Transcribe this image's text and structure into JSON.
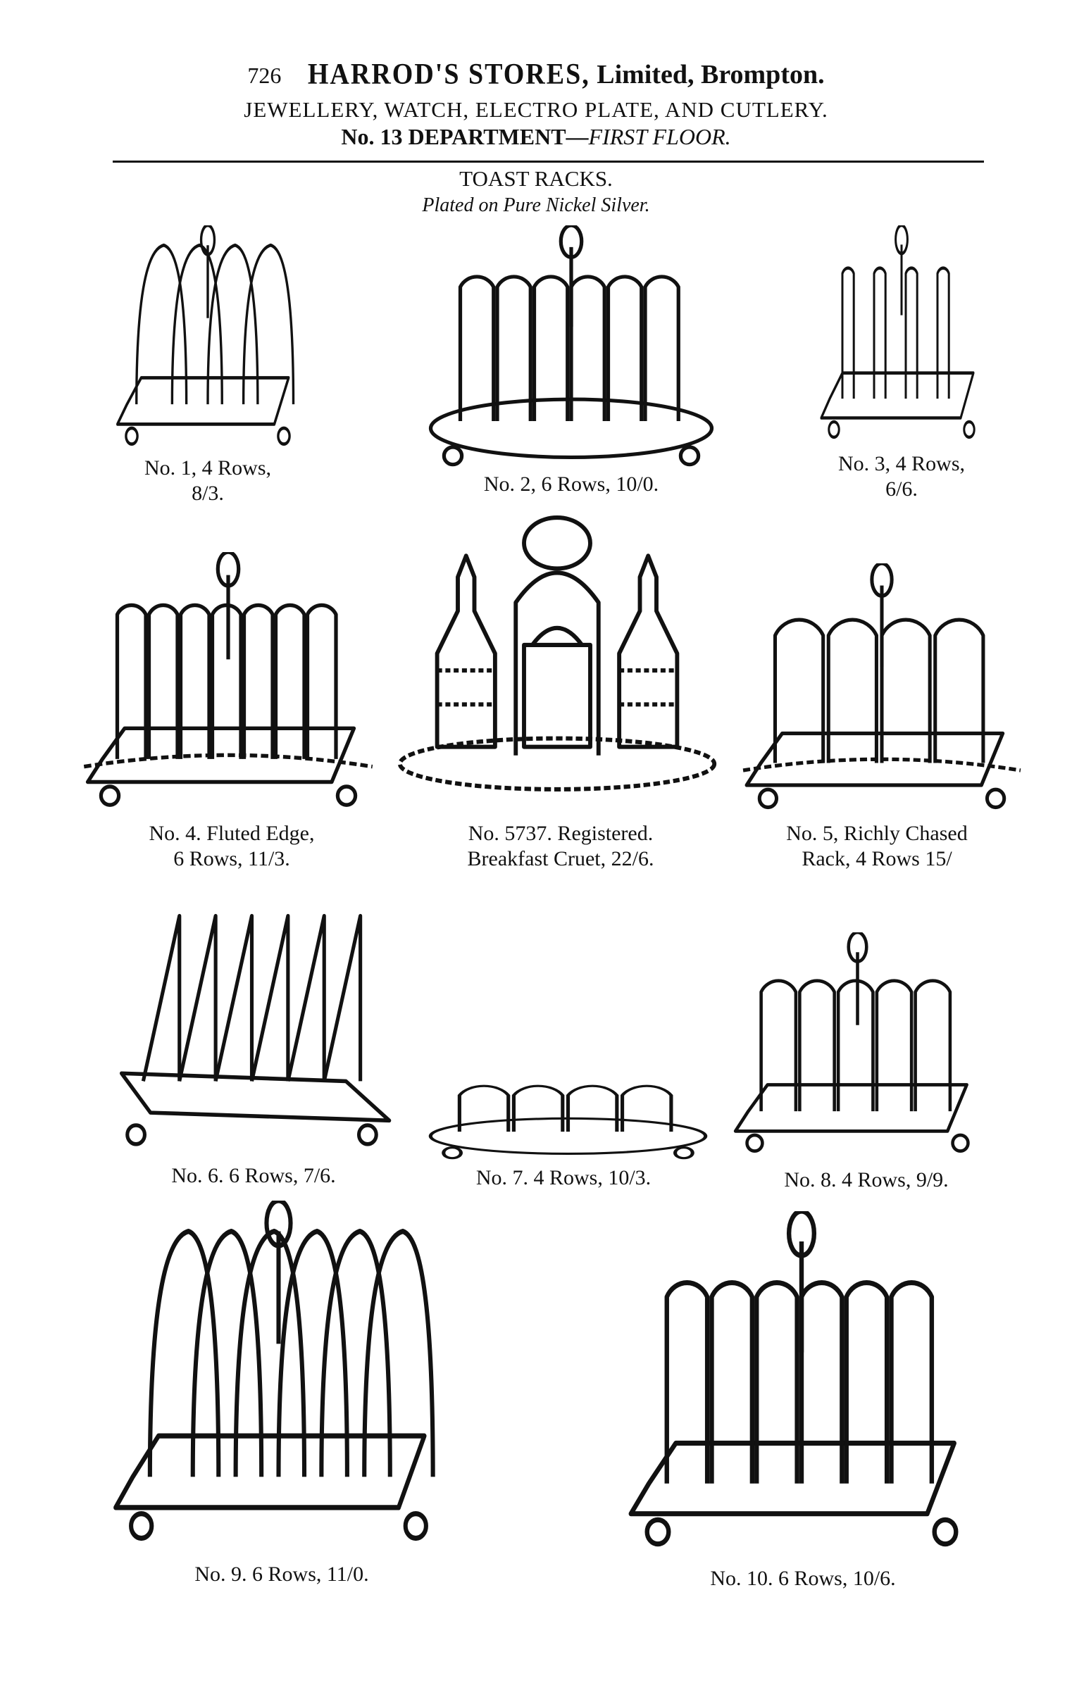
{
  "header": {
    "page_number": "726",
    "store_name": "HARROD'S STORES,",
    "store_suffix": "Limited, Brompton.",
    "department_line": "JEWELLERY, WATCH, ELECTRO PLATE, AND CUTLERY.",
    "department_number": "No. 13 DEPARTMENT—",
    "floor": "FIRST FLOOR."
  },
  "section": {
    "title": "TOAST RACKS.",
    "subtitle": "Plated on Pure Nickel Silver."
  },
  "items": [
    {
      "line1": "No. 1, 4 Rows,",
      "line2": "8/3."
    },
    {
      "line1": "No. 2, 6 Rows, 10/0."
    },
    {
      "line1": "No. 3, 4 Rows,",
      "line2": "6/6."
    },
    {
      "line1": "No. 4. Fluted Edge,",
      "line2": "6 Rows, 11/3."
    },
    {
      "line1": "No. 5737. Registered.",
      "line2": "Breakfast Cruet, 22/6."
    },
    {
      "line1": "No. 5, Richly Chased",
      "line2": "Rack, 4 Rows 15/"
    },
    {
      "line1": "No. 6.  6 Rows, 7/6."
    },
    {
      "line1": "No. 7.  4 Rows, 10/3."
    },
    {
      "line1": "No. 8.  4 Rows, 9/9."
    },
    {
      "line1": "No. 9.  6 Rows, 11/0."
    },
    {
      "line1": "No. 10.  6 Rows, 10/6."
    }
  ]
}
